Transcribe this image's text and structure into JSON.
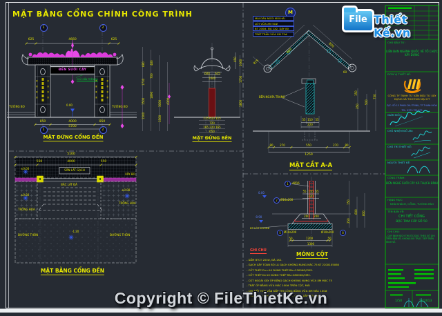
{
  "sheet": {
    "title": "MẶT BẰNG CỔNG CHÍNH CÔNG TRÌNH",
    "watermark": "Copyright © FileThietKe.vn",
    "colors": {
      "bg": "#262b33",
      "cad_yellow": "#e0e000",
      "cad_green": "#00d030",
      "cad_cyan": "#25dcdc",
      "cad_magenta": "#f14df1",
      "cad_blue": "#4a63e8",
      "cad_red": "#e03131",
      "brand_blue": "#1e8fe6"
    }
  },
  "logo": {
    "file": "File",
    "brand": "Thiết Kế.vn"
  },
  "front": {
    "label": "MẶT ĐỨNG CỔNG ĐỀN",
    "grid_1": "1",
    "grid_2": "2",
    "dt1": "625",
    "dt2": "4660",
    "dt3": "625",
    "db1": "850",
    "db2": "4000",
    "db3": "850",
    "db_total": "5700",
    "sign": "ĐỀN SUỐI CÂY",
    "sign_note": "CHỮ GẮN TRÊN ĐÁ",
    "wall_l": "TƯỜNG BO",
    "wall_r": "TƯỜNG BO",
    "level": "0.00"
  },
  "stack": {
    "s1": "680",
    "s2": "480",
    "s3": "1730",
    "s4": "700",
    "s5": "1500",
    "s6": "1890",
    "s7": "1500",
    "s8": "3000",
    "s9": "4300",
    "s10": "1500",
    "s11": "1060",
    "s12": "1700",
    "s13": "1800"
  },
  "side": {
    "label": "MẶT ĐỨNG BÊN",
    "cap": "450",
    "d1": "600",
    "d2": "625",
    "d3": "1040",
    "r1": "115 610 115",
    "r2": "720",
    "r3": "165 220 165",
    "r4": "650"
  },
  "section": {
    "label": "MẶT CẮT A-A",
    "callout": "M",
    "note1": "MÁI DÁN NGÓI MŨI HÀI",
    "note2": "LÓT VỮA XM 50#",
    "note3": "BT 200#, ĐÁ 1X2, DÀY 80",
    "note4": "TRÁT TRẦN VỮA XM 75#",
    "slope_l": "800",
    "slope_r": "800",
    "eave": "875",
    "d60": "60",
    "wall_note": "BÊN NGHĨA TRANG",
    "m1": "55",
    "m2": "110",
    "m3": "55",
    "m_total": "220",
    "b1": "80",
    "b2": "270",
    "b3": "550",
    "b4": "270",
    "b5": "80",
    "b_total": "1250",
    "v1": "150",
    "v2": "350",
    "v3": "500",
    "v4": "730"
  },
  "plan": {
    "label": "MẶT BẰNG CỔNG ĐỀN",
    "total": "5100",
    "d1": "550",
    "d2": "4000",
    "d3": "550",
    "san": "SÂN LÁT GẠCH",
    "bac": "BẬC LÁT ĐÁ",
    "xaybo": "XÂY BO",
    "hoa_l": "TRỒNG HOA",
    "hoa_r": "TRỒNG HOA",
    "duong_l": "ĐƯỜNG THÔN",
    "duong_r": "ĐƯỜNG THÔN",
    "lv1": "±0.00",
    "lv2": "±0.00",
    "lv3": "±0.00",
    "lv4": "-1.20"
  },
  "mong": {
    "label": "MÓNG CỘT",
    "c1_num": "1",
    "c1": "4Ø16",
    "c2_num": "2",
    "c2": "Ø16a200",
    "c3_num": "5",
    "c3": "Ø10a200",
    "c4_num": "8",
    "c4": "Ø10a200",
    "lv0": "0.00",
    "lv9": "-0.90",
    "note": "BT LÓT M100#",
    "t1": "55",
    "t2": "110",
    "t3": "55",
    "t_total": "220",
    "g1": "200",
    "g2": "200",
    "b1": "50",
    "b2": "1200",
    "b3": "50",
    "b_total": "1300",
    "v1": "150",
    "v2": "250",
    "v3": "600",
    "v4": "800"
  },
  "notes": {
    "heading": "GHI CHÚ",
    "l1": "- DẦM BTCT 200#, ĐÁ 1X2.",
    "l2": "- GẠCH XÂY TOÀN BỘ LÀ GẠCH KHÔNG NUNG MÁC 75 KT 220X105X60",
    "l3": "- CỐT THÉP D<=10 DÙNG THÉP RA=2300KG/CM2.",
    "l4": "- CỐT THÉP D>10 DÙNG THÉP RA=2800KG/CM2.",
    "l5": "- CỘT NGOÀI XÂY ỐP BẰNG GẠCH KHÔNG NUNG VỮA XM MÁC 75",
    "l6": "- TRÁT ỐP BẰNG VỮA MÁC 100# TRÊN CỘT, MÁI",
    "l7": "- CHI TIẾT HOA VĂN ĐẮP THI CÔNG BẰNG VỮA XM MÁC 100#",
    "l8": "- THÂN GẮN ĐỀN CỔNG CAO 50.5M, GẠCH XÂY VỮA MÁC 75"
  },
  "tb": {
    "investor_label": "CHỦ ĐẦU TƯ:",
    "investor": "LIÊN BAN NGÀNH QUỐC VỀ TỔ CHỨC XÂY DỰNG",
    "unit_label": "ĐƠN VỊ THIẾT KẾ:",
    "company": "CÔNG TY TNHH TƯ VẤN ĐẦU TƯ XÂY DỰNG VÀ THƯƠNG MẠI HT",
    "addr": "Đ/C: SỐ 15 PHAN CHU TRINH, TP THANH HÓA",
    "tel": "TEL: 0373.755.979",
    "role1": "GIÁM ĐỐC:",
    "role2": "CHỦ NHIỆM ĐỒ ÁN:",
    "role3": "CHỦ TRÌ THIẾT KẾ:",
    "role4": "NGƯỜI THIẾT KẾ:",
    "project_label": "CÔNG TRÌNH:",
    "project": "ĐỀN NGHÈ SUỐI CÂY XÃ THẠCH BÌNH",
    "item_label": "HẠNG MỤC:",
    "item": "NHÀ KHÁCH, CỔNG, TƯỜNG RÀO",
    "drawing_label": "TÊN BẢN VẼ:",
    "drawing1": "CHI TIẾT CỔNG",
    "drawing2": "BẬC TAM CẤP SỐ 50",
    "note_label": "GHI CHÚ:",
    "note": "- QUY ĐỊNH KÍCH THƯỚC ĐỌC THEO SỐ GHI TRÊN BẢN VẼ, KHÔNG ĐO TRỰC TIẾP TRÊN HÌNH VẼ.",
    "scale": "1/50",
    "date": "11/2013"
  }
}
